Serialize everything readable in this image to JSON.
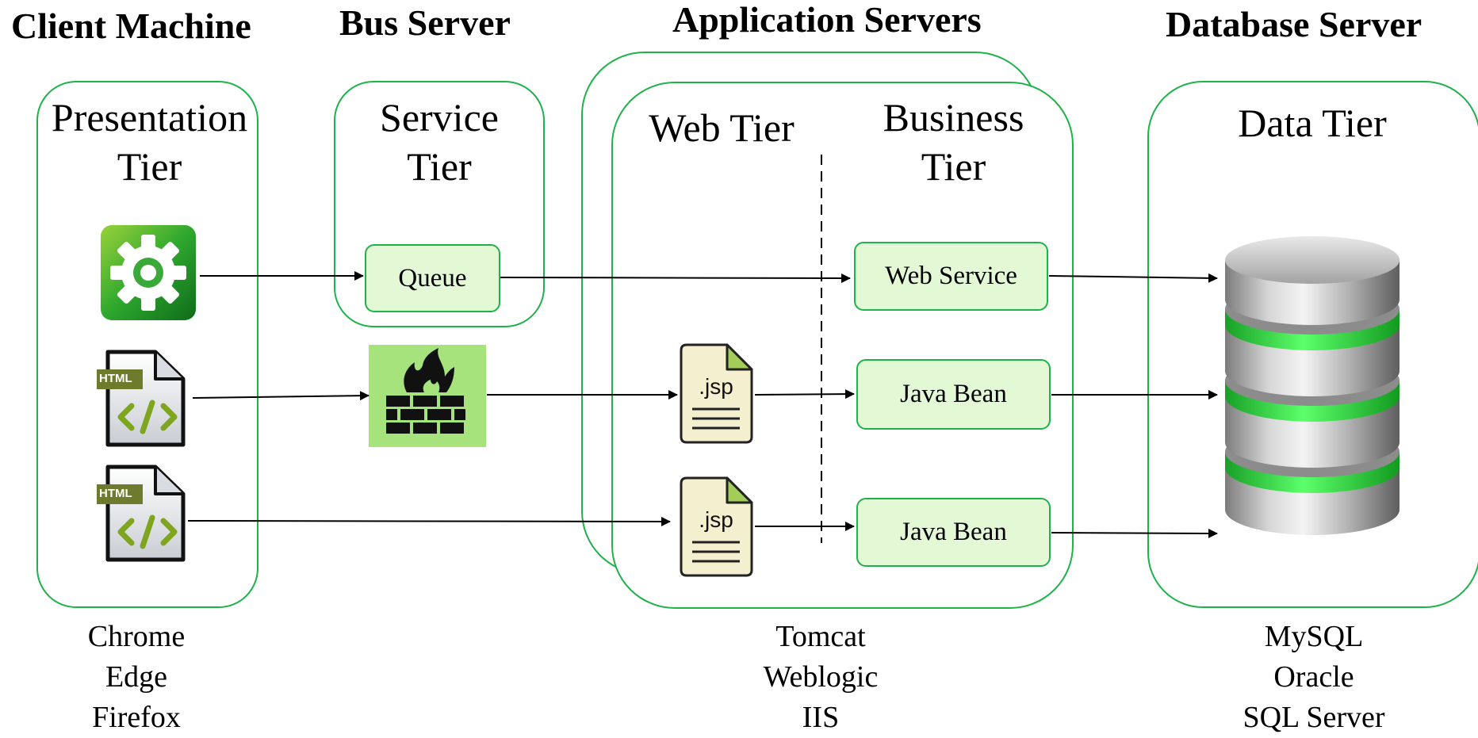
{
  "headers": {
    "client": "Client Machine",
    "bus": "Bus Server",
    "app": "Application Servers",
    "db": "Database Server"
  },
  "tiers": {
    "presentation": [
      "Presentation",
      "Tier"
    ],
    "service": [
      "Service",
      "Tier"
    ],
    "web": "Web Tier",
    "business": [
      "Business",
      "Tier"
    ],
    "data": "Data Tier"
  },
  "components": {
    "queue": "Queue",
    "web_service": "Web Service",
    "java_bean_1": "Java  Bean",
    "java_bean_2": "Java  Bean",
    "jsp_label_1": ".jsp",
    "jsp_label_2": ".jsp",
    "html_badge_1": "HTML",
    "html_badge_2": "HTML"
  },
  "footers": {
    "client": [
      "Chrome",
      "Edge",
      "Firefox"
    ],
    "app": [
      "Tomcat",
      "Weblogic",
      "IIS"
    ],
    "db": [
      "MySQL",
      "Oracle",
      "SQL Server"
    ]
  },
  "colors": {
    "panel_border": "#1fb24a",
    "box_fill": "#e3f8d4",
    "db_band": "#33e045"
  },
  "icons": [
    "gear-app-icon",
    "html-file-icon",
    "firewall-icon",
    "jsp-file-icon",
    "database-icon"
  ]
}
